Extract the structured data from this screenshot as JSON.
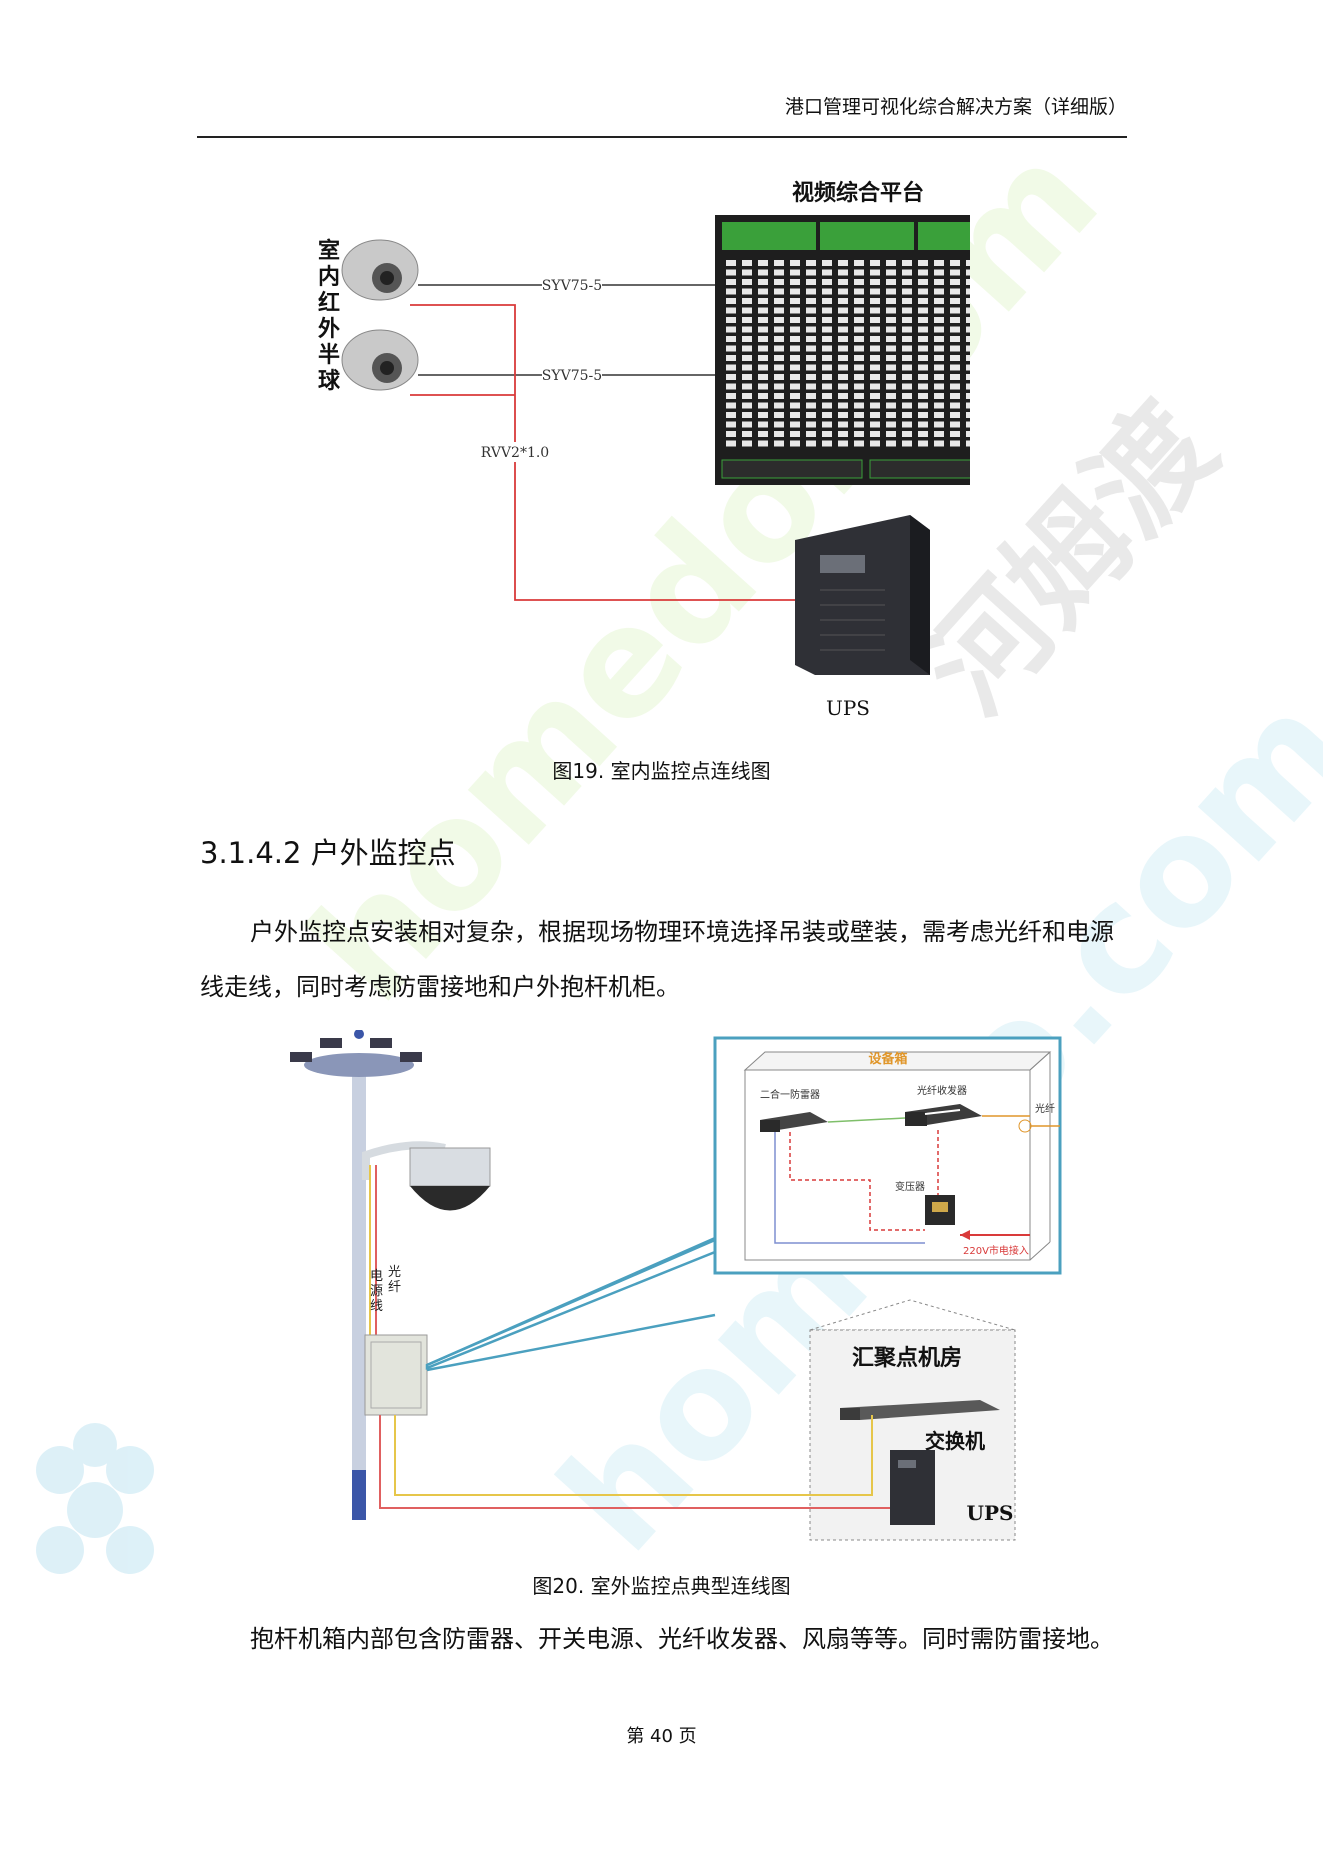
{
  "header": {
    "title": "港口管理可视化综合解决方案（详细版）"
  },
  "figure19": {
    "platform_label": "视频综合平台",
    "camera_group_label": "室内红外半球",
    "cable_top": "SYV75-5",
    "cable_bottom": "SYV75-5",
    "power_cable": "RVV2*1.0",
    "ups_label": "UPS",
    "caption": "图19.  室内监控点连线图"
  },
  "section": {
    "heading": "3.1.4.2  户外监控点"
  },
  "paragraph1": "户外监控点安装相对复杂，根据现场物理环境选择吊装或壁装，需考虑光纤和电源线走线，同时考虑防雷接地和户外抱杆机柜。",
  "figure20": {
    "box_title": "设备箱",
    "lightning_label": "二合一防雷器",
    "transceiver_label": "光纤收发器",
    "fiber_label": "光纤",
    "transformer_label": "变压器",
    "mains_label": "220V市电接入",
    "pole_power_label": "电源线",
    "pole_fiber_label": "光纤",
    "room_title": "汇聚点机房",
    "switch_label": "交换机",
    "ups_label": "UPS",
    "caption": "图20.  室外监控点典型连线图"
  },
  "paragraph2": "抱杆机箱内部包含防雷器、开关电源、光纤收发器、风扇等等。同时需防雷接地。",
  "footer": {
    "page_number": "第 40 页"
  },
  "watermark": {
    "text1": "homedo.com",
    "text2": "河姆渡",
    "color": "#d6ecf6"
  }
}
